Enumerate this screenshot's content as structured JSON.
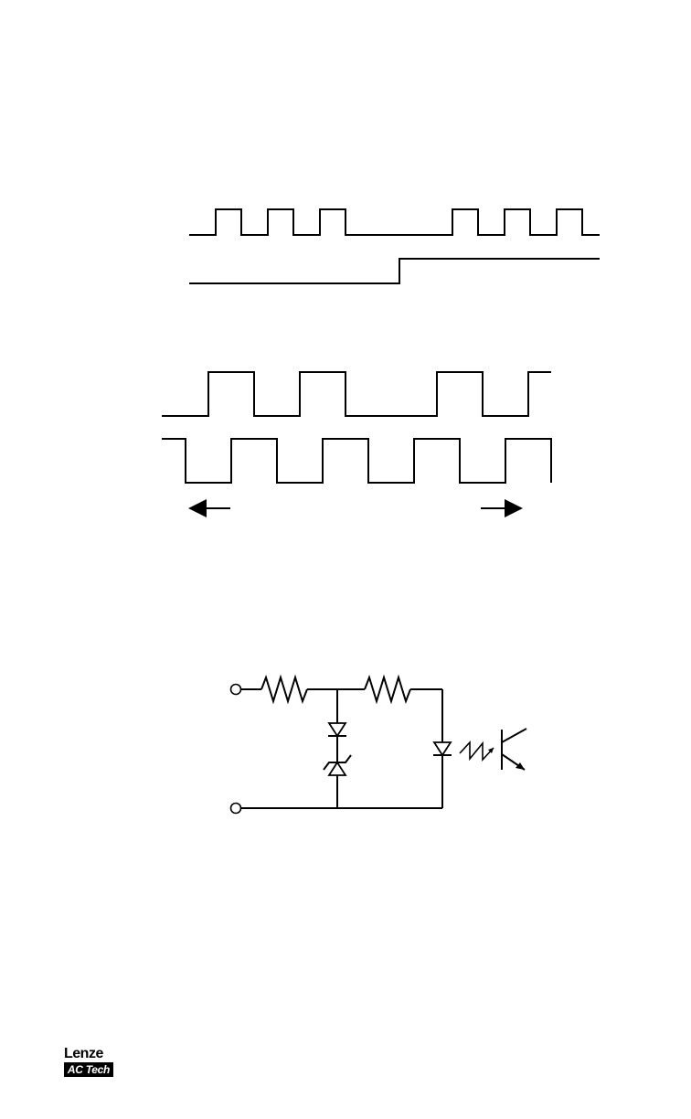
{
  "figures": {
    "timing_diagram_1": {
      "signals": [
        "pulse-train",
        "direction-step"
      ]
    },
    "timing_diagram_2": {
      "signals": [
        "channel-a",
        "channel-b"
      ],
      "arrows": [
        "left",
        "right"
      ]
    },
    "input_circuit": {
      "components": [
        "terminal",
        "terminal",
        "resistor",
        "resistor",
        "diode",
        "zener-diode",
        "led",
        "phototransistor"
      ]
    }
  },
  "logo": {
    "brand": "Lenze",
    "sub": "AC Tech"
  }
}
